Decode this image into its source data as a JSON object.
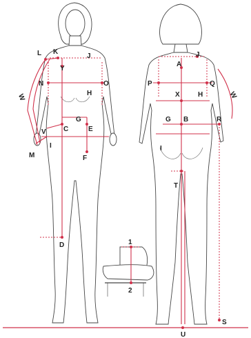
{
  "labels": {
    "front": [
      "L",
      "K",
      "J",
      "Y",
      "N",
      "O",
      "H",
      "W",
      "G",
      "C",
      "E",
      "V",
      "M",
      "I",
      "F",
      "D"
    ],
    "back": [
      "J",
      "A",
      "P",
      "Q",
      "X",
      "H",
      "W",
      "G",
      "B",
      "R",
      "I",
      "T",
      "S",
      "U"
    ],
    "seated": [
      "1",
      "2"
    ]
  },
  "colors": {
    "measure": "#d0304a",
    "outline": "#444444",
    "background": "#ffffff"
  }
}
